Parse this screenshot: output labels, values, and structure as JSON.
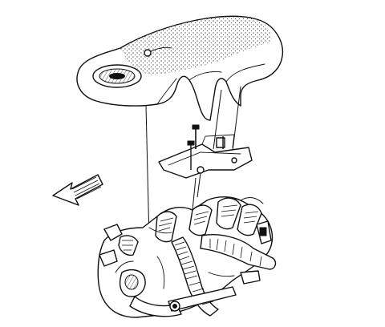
{
  "figure": {
    "background": "#ffffff",
    "ink": "#111111",
    "parts": [
      {
        "name": "engine-cover",
        "icon": "engine-cover-illustration"
      },
      {
        "name": "cover-bracket",
        "icon": "bracket-plate-illustration"
      },
      {
        "name": "bolts",
        "icon": "bolt-illustration"
      },
      {
        "name": "engine-assembly",
        "icon": "intake-manifold-illustration"
      },
      {
        "name": "direction-arrow",
        "icon": "front-arrow-icon"
      }
    ]
  }
}
